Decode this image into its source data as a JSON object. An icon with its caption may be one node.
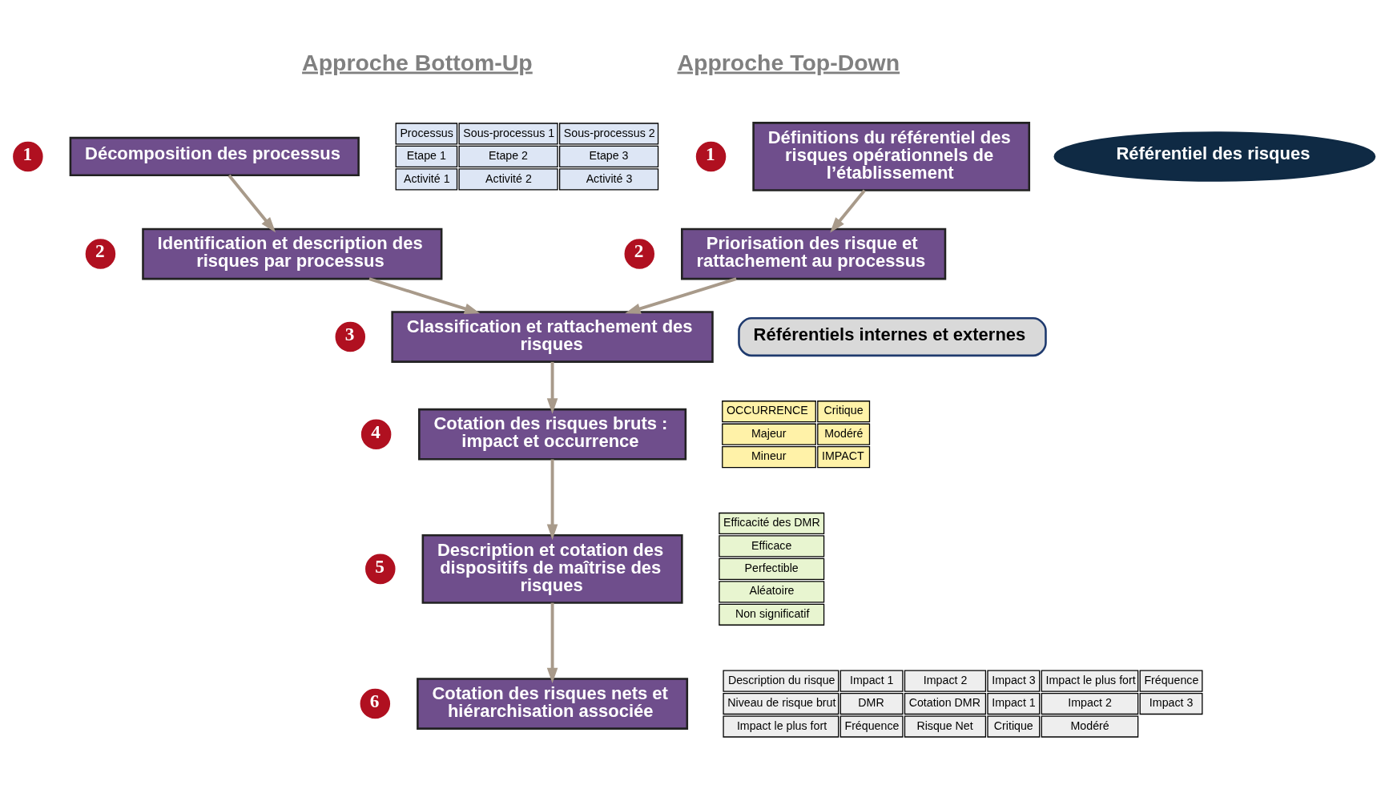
{
  "diagram": {
    "nodes": [
      {
        "text": [
          "Décomposition des processus"
        ],
        "beside": [
          "1"
        ]
      },
      {
        "text": [
          "Identification et description des risques par processus"
        ],
        "beside": [
          "2"
        ]
      },
      {
        "text": [
          "Définitions du référentiel des risques opérationnels de l’établissement"
        ],
        "beside": [
          "1"
        ]
      },
      {
        "text": [
          "Référentiel des risques"
        ]
      },
      {
        "text": [
          "Priorisation des risque et rattachement au processus"
        ],
        "beside": [
          "2"
        ]
      },
      {
        "text": [
          "Classification et rattachement des risques"
        ],
        "beside": [
          "3"
        ]
      },
      {
        "text": [
          "Référentiels internes et externes"
        ]
      },
      {
        "text": [
          "Cotation des risques bruts : impact et occurrence"
        ],
        "beside": [
          "4"
        ]
      },
      {
        "text": [
          "Description et cotation des dispositifs de maîtrise des risques"
        ],
        "beside": [
          "5"
        ]
      },
      {
        "text": [
          "Cotation des risques nets et hiérarchisation associée"
        ],
        "beside": [
          "6"
        ]
      }
    ],
    "edges": [
      {
        "from": 0,
        "to": 1,
        "arrow": "to"
      },
      {
        "from": 2,
        "to": 4,
        "arrow": "to"
      },
      {
        "from": 1,
        "to": 5,
        "arrow": "to"
      },
      {
        "from": 4,
        "to": 5,
        "arrow": "to"
      },
      {
        "from": 5,
        "to": 7,
        "arrow": "to"
      },
      {
        "from": 7,
        "to": 8,
        "arrow": "to"
      },
      {
        "from": 8,
        "to": 9,
        "arrow": "to"
      }
    ],
    "labels": [
      "Approche Bottom-Up",
      "Approche Top-Down",
      "Processus",
      "Sous-processus 1",
      "Sous-processus 2",
      "Etape 1",
      "Etape 2",
      "Etape 3",
      "Activité 1",
      "Activité 2",
      "Activité 3",
      "OCCURRENCE",
      "Critique",
      "Majeur",
      "Modéré",
      "Mineur",
      "IMPACT",
      "Efficacité des DMR",
      "Efficace",
      "Perfectible",
      "Aléatoire",
      "Non significatif",
      "Description du risque",
      "Impact 1",
      "Impact 2",
      "Impact 3",
      "Impact le plus fort",
      "Fréquence",
      "Niveau de risque brut",
      "DMR",
      "Cotation DMR",
      "Impact 1",
      "Impact 2",
      "Impact 3",
      "Impact le plus fort",
      "Fréquence",
      "Risque Net",
      "Critique",
      "Modéré"
    ]
  }
}
